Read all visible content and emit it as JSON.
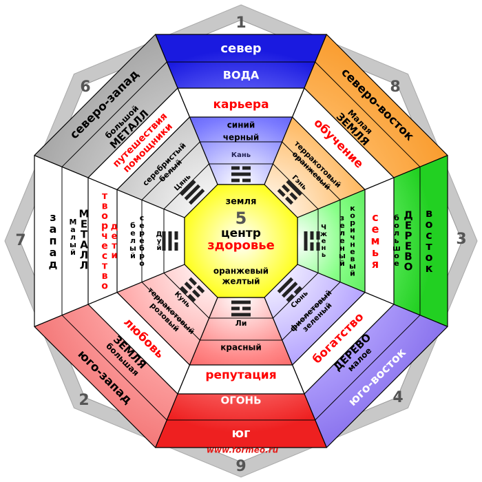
{
  "colors": {
    "north": "#2a2ae0",
    "northeast": "#f7931e",
    "east": "#22d022",
    "southeast": "#7b62e8",
    "south": "#ee2020",
    "southwest": "#f06a6a",
    "west": "#ffffff",
    "northwest": "#9a9a9a",
    "center": "#ffff00",
    "frame": "#c8c8c8",
    "red_text": "#ff0000",
    "number": "#555555",
    "link": "#e41b17"
  },
  "numbers": {
    "north": "1",
    "southwest": "2",
    "east": "3",
    "southeast": "4",
    "center": "5",
    "northwest": "6",
    "west": "7",
    "northeast": "8",
    "south": "9"
  },
  "center": {
    "earth": "земля",
    "number": "5",
    "title": "центр",
    "area": "здоровье",
    "color1": "оранжевый",
    "color2": "желтый"
  },
  "sectors": {
    "north": {
      "direction": "север",
      "element": "ВОДА",
      "area": "карьера",
      "color1": "синий",
      "color2": "черный",
      "trigram": "Кань",
      "trigram_lines": [
        2,
        1,
        2
      ]
    },
    "northeast": {
      "direction": "северо-восток",
      "element1": "Малая",
      "element2": "ЗЕМЛЯ",
      "area": "обучение",
      "color1": "терракотовый",
      "color2": "оранжевый",
      "trigram": "Гэнь",
      "trigram_lines": [
        1,
        2,
        2
      ]
    },
    "east": {
      "direction": "восток",
      "element1": "большое",
      "element2": "ДЕРЕВО",
      "area": "семья",
      "color1": "коричневый",
      "color2": "зеленый",
      "trigram": "Чжень",
      "trigram_lines": [
        2,
        2,
        1
      ]
    },
    "southeast": {
      "direction": "юго-восток",
      "element1": "малое",
      "element2": "ДЕРЕВО",
      "area": "богатство",
      "color1": "зеленый",
      "color2": "фиолетовый",
      "trigram": "Сюнь",
      "trigram_lines": [
        1,
        1,
        2
      ]
    },
    "south": {
      "direction": "юг",
      "element": "ОГОНЬ",
      "area": "репутация",
      "color1": "красный",
      "trigram": "Ли",
      "trigram_lines": [
        1,
        2,
        1
      ]
    },
    "southwest": {
      "direction": "юго-запад",
      "element1": "большая",
      "element2": "ЗЕМЛЯ",
      "area": "любовь",
      "color1": "розовый",
      "color2": "терракотовый",
      "trigram": "Кунь",
      "trigram_lines": [
        2,
        2,
        2
      ]
    },
    "west": {
      "direction": "запад",
      "element1": "Малый",
      "element2": "МЕТАЛЛ",
      "area1": "творчество",
      "area2": "дети",
      "color1": "серебро",
      "color2": "белый",
      "trigram": "Дуй",
      "trigram_lines": [
        2,
        1,
        1
      ]
    },
    "northwest": {
      "direction": "северо-запад",
      "element1": "большой",
      "element2": "МЕТАЛЛ",
      "area1": "путешествия",
      "area2": "помощники",
      "color1": "серебристый",
      "color2": "белый",
      "trigram": "Цянь",
      "trigram_lines": [
        1,
        1,
        1
      ]
    }
  },
  "footer": {
    "url": "www.formeo.ru"
  }
}
